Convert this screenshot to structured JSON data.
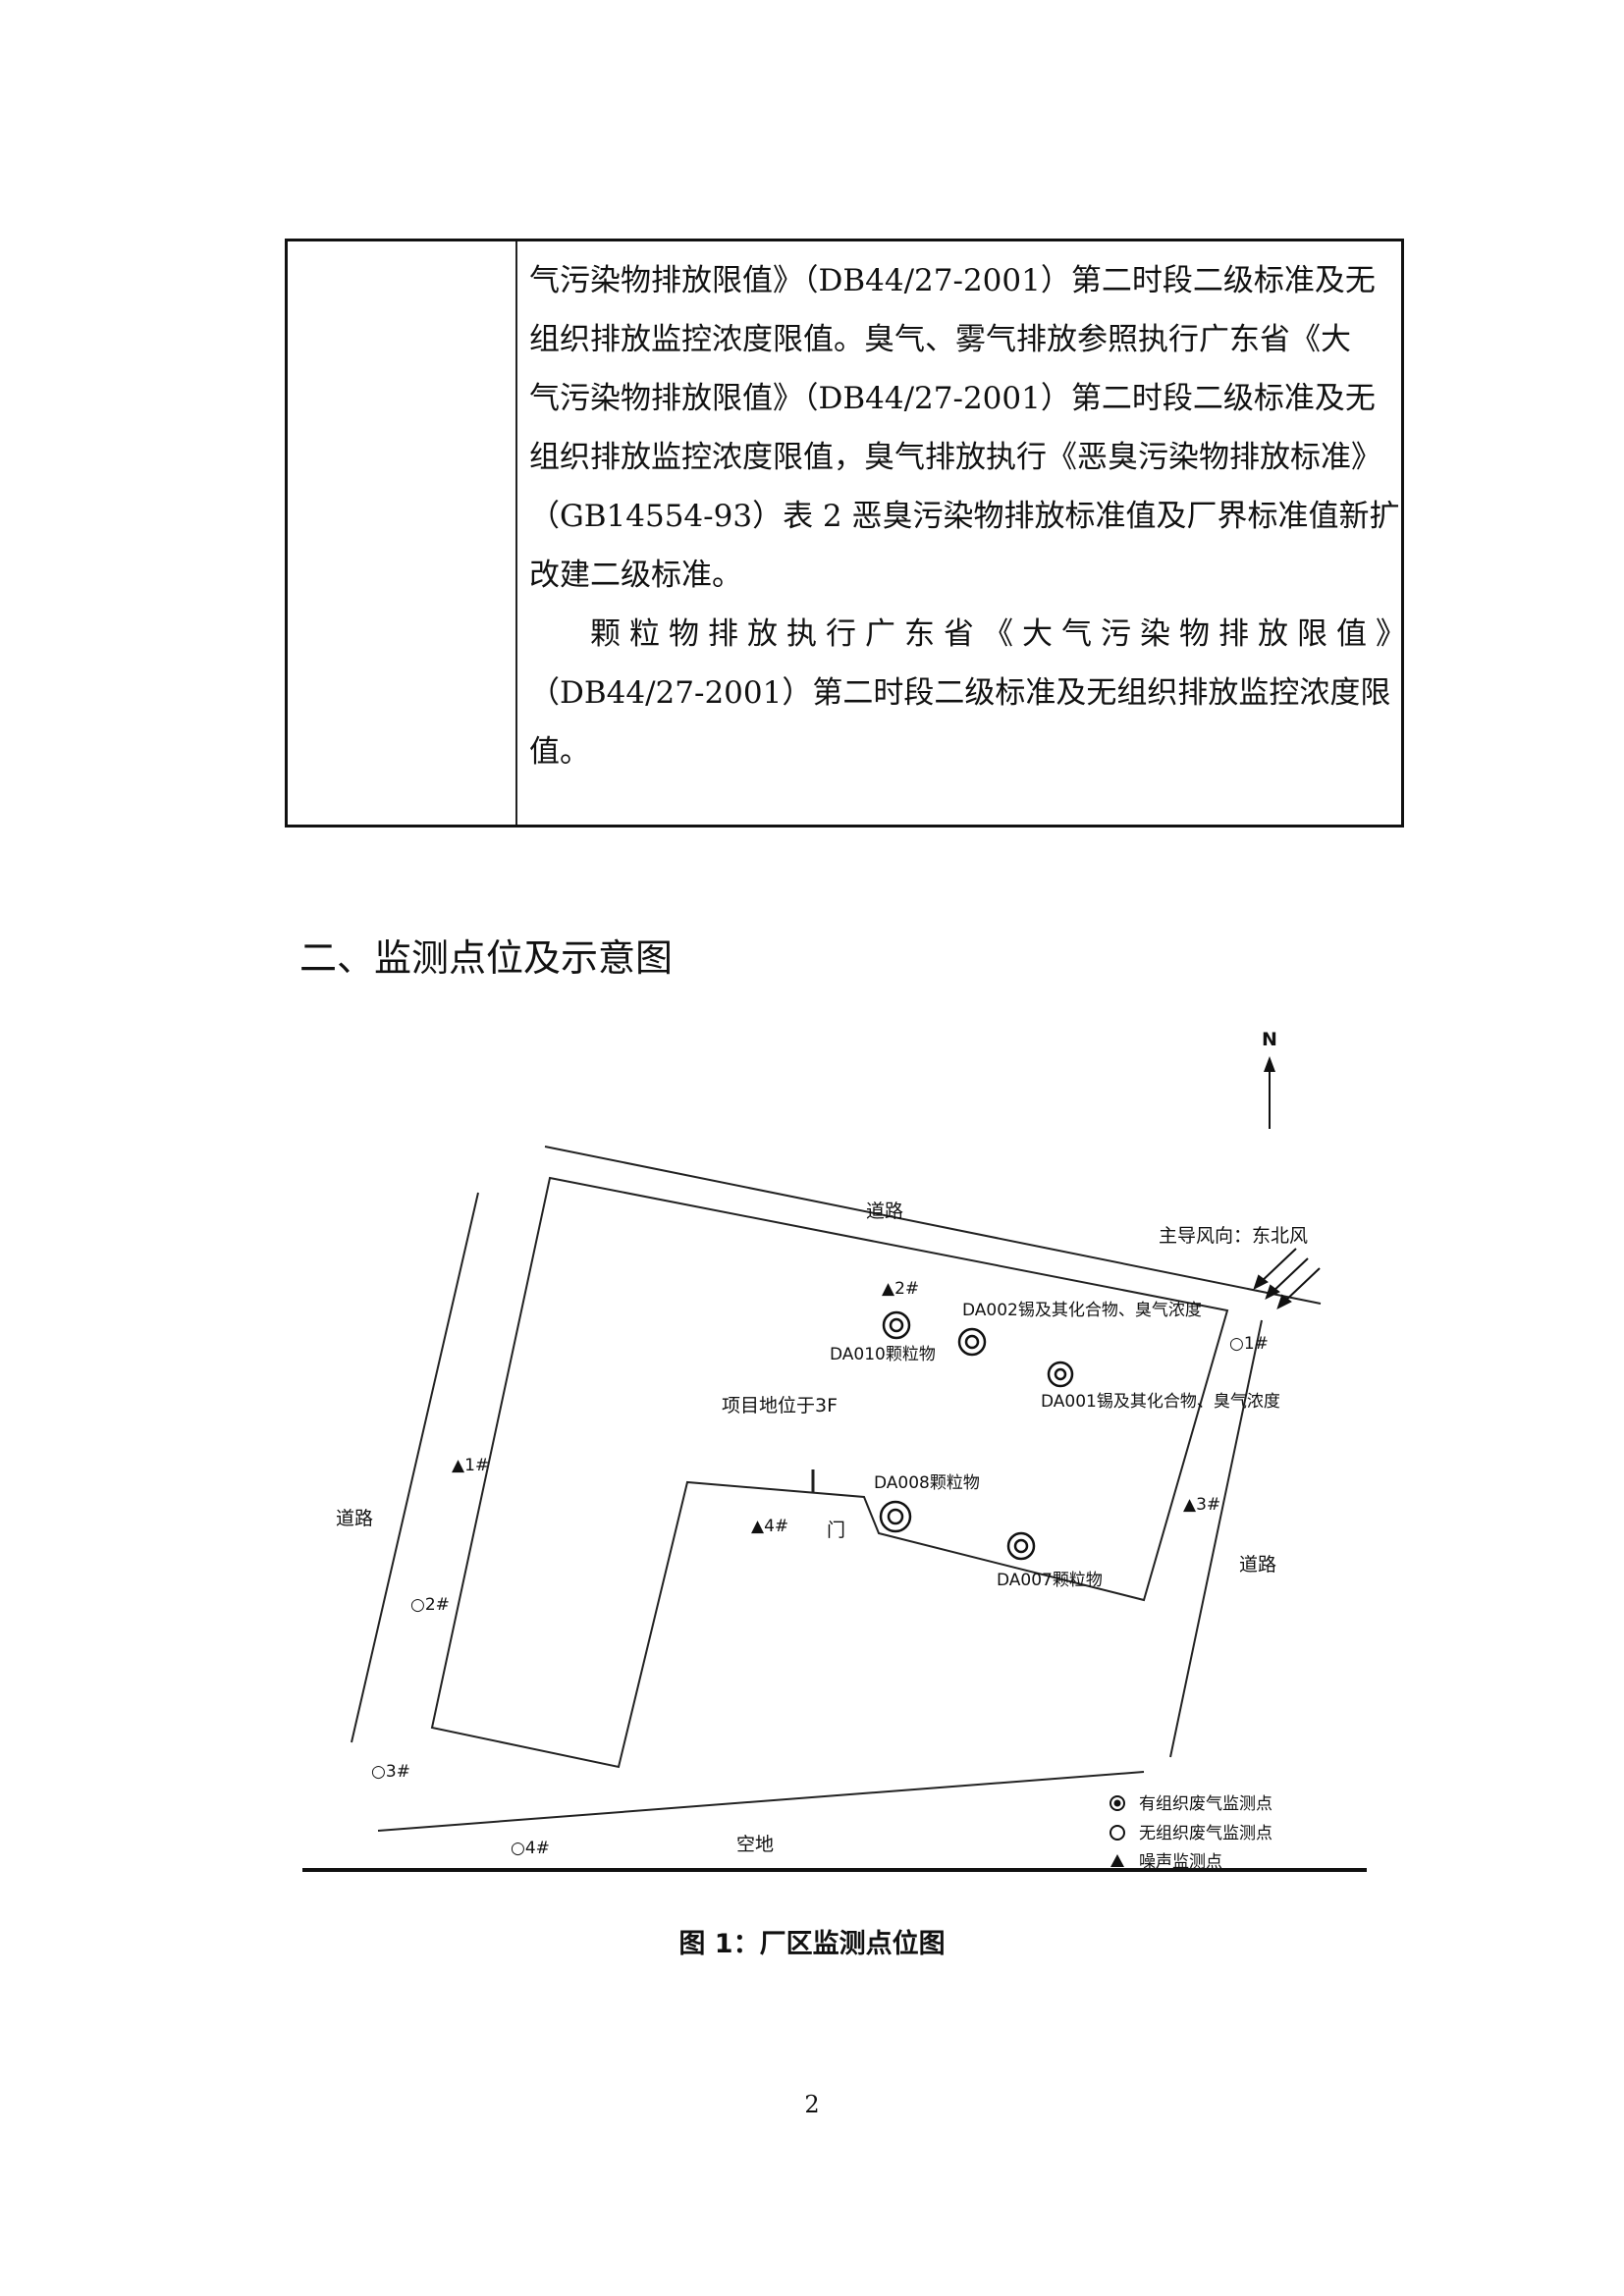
{
  "table": {
    "lines": [
      "气污染物排放限值》（DB44/27-2001）第二时段二级标准及无",
      "组织排放监控浓度限值。臭气、雾气排放参照执行广东省《大",
      "气污染物排放限值》（DB44/27-2001）第二时段二级标准及无",
      "组织排放监控浓度限值，臭气排放执行《恶臭污染物排放标准》",
      "（GB14554-93）表 2 恶臭污染物排放标准值及厂界标准值新扩",
      "改建二级标准。",
      "颗粒物排放执行广东省《大气污染物排放限值》",
      "（DB44/27-2001）第二时段二级标准及无组织排放监控浓度限",
      "值。"
    ]
  },
  "section_heading": "二、监测点位及示意图",
  "map": {
    "north": "N",
    "road_top": "道路",
    "road_left": "道路",
    "road_right": "道路",
    "vacant_land": "空地",
    "wind": "主导风向：东北风",
    "project_location": "项目地位于3F",
    "door": "门",
    "noise_points": [
      "▲1#",
      "▲2#",
      "▲3#",
      "▲4#"
    ],
    "unorganized_points": [
      "○1#",
      "○2#",
      "○3#",
      "○4#"
    ],
    "outlets": {
      "da002": "DA002锡及其化合物、臭气浓度",
      "da010": "DA010颗粒物",
      "da001": "DA001锡及其化合物、臭气浓度",
      "da008": "DA008颗粒物",
      "da007": "DA007颗粒物"
    },
    "legend": [
      "有组织废气监测点",
      "无组织废气监测点",
      "噪声监测点"
    ]
  },
  "caption": "图 1：厂区监测点位图",
  "page_number": "2"
}
